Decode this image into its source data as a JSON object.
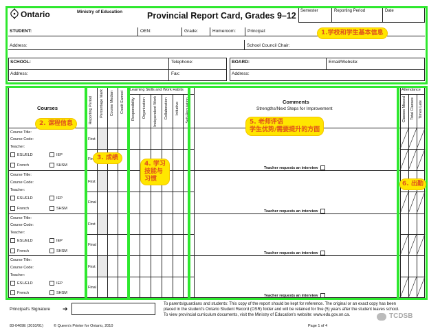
{
  "header": {
    "ontario": "Ontario",
    "ministry": "Ministry of Education",
    "title": "Provincial Report Card, Grades 9–12",
    "semester": "Semester",
    "reporting_period": "Reporting Period",
    "date": "Date"
  },
  "student": {
    "student": "STUDENT:",
    "oen": "OEN:",
    "grade": "Grade:",
    "homeroom": "Homeroom:",
    "principal": "Principal:",
    "address": "Address:",
    "council_chair": "School Council Chair:"
  },
  "school": {
    "school": "SCHOOL:",
    "telephone": "Telephone:",
    "address": "Address:",
    "fax": "Fax:",
    "board": "BOARD:",
    "email": "Email/Website:",
    "board_address": "Address:"
  },
  "table": {
    "courses_header": "Courses",
    "reporting_period": "Reporting Period",
    "marks_cols": [
      "Percentage Mark",
      "Course Median",
      "Credit Earned"
    ],
    "skills_header": "Learning Skills and Work Habits",
    "skills_cols": [
      "Responsibility",
      "Organization",
      "Independent Work",
      "Collaboration",
      "Initiative",
      "Self-Regulation"
    ],
    "comments_header": "Comments",
    "comments_sub": "Strengths/Next Steps for Improvement",
    "attendance_header": "Attendance",
    "attendance_cols": [
      "Classes Missed",
      "Total Classes",
      "Times Late"
    ],
    "first": "First",
    "final": "Final",
    "course_title": "Course Title:",
    "course_code": "Course Code:",
    "teacher": "Teacher:",
    "esl": "ESL/ELD",
    "iep": "IEP",
    "french": "French",
    "shsm": "SHSM",
    "interview": "Teacher requests an interview"
  },
  "footer": {
    "signature": "Principal's Signature",
    "note_line1": "To parents/guardians and students: This copy of the report should be kept for reference. The original or an exact copy has been",
    "note_line2": "placed in the student's Ontario Student Record (OSR) folder and will be retained for five (5) years after the student leaves school.",
    "note_line3": "To view provincial curriculum documents, visit the Ministry of Education's website: www.edu.gov.on.ca.",
    "form_no": "83-0469E (2010/01)",
    "copyright": "© Queen's Printer for Ontario, 2010",
    "page": "Page 1 of 4",
    "watermark": "TCDSB"
  },
  "notes": {
    "n1": "1.学校和学生基本信息",
    "n2": "2. 课程信息",
    "n3": "3. 成绩",
    "n4_1": "4. 学习",
    "n4_2": "技能与",
    "n4_3": "习惯",
    "n5_1": "5. 老师评语",
    "n5_2": "学生优势/需要提升的方面",
    "n6": "6. 出勤"
  }
}
